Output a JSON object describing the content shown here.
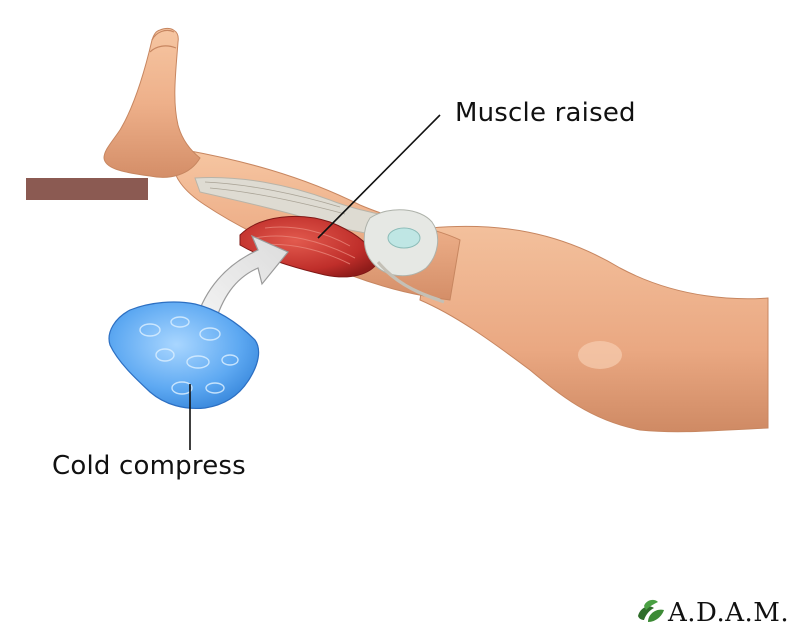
{
  "labels": {
    "muscle": "Muscle raised",
    "cold": "Cold compress"
  },
  "logo": {
    "text": "A.D.A.M."
  },
  "colors": {
    "skin": "#f0b48e",
    "skin_dark": "#d9916a",
    "muscle": "#c8322d",
    "tendon": "#d8d8d0",
    "ice": "#5aa6f0",
    "ledge": "#8b5a52",
    "arrow": "#eeeeee"
  }
}
